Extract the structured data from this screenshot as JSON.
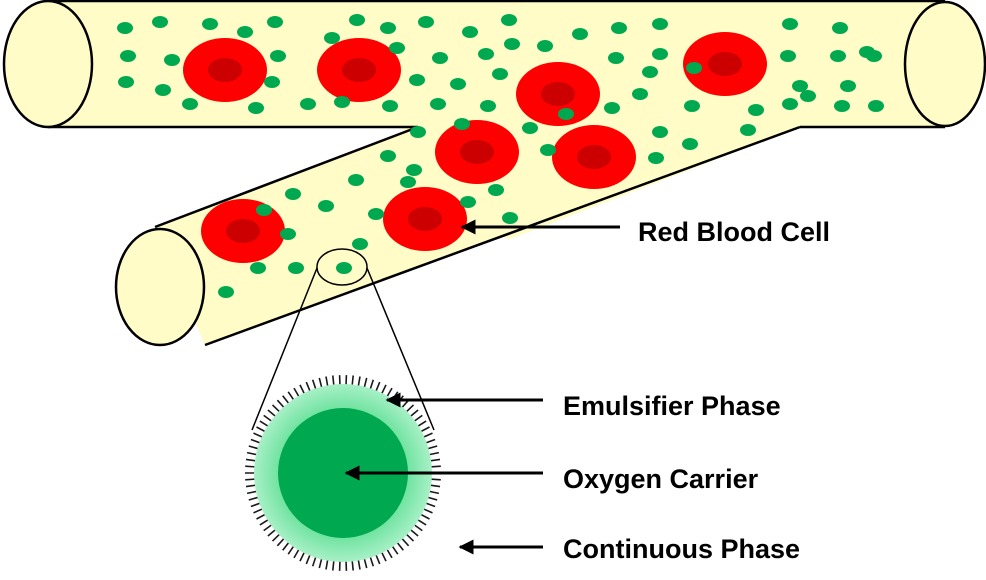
{
  "labels": {
    "red_blood_cell": "Red Blood Cell",
    "emulsifier_phase": "Emulsifier Phase",
    "oxygen_carrier": "Oxygen Carrier",
    "continuous_phase": "Continuous Phase"
  },
  "colors": {
    "vessel_fill": "#fffcc7",
    "vessel_stroke": "#000000",
    "red_blood_cell_outer": "#ff0000",
    "red_blood_cell_inner": "#cc0000",
    "oxygen_carrier": "#00a94f",
    "emulsifier_glow": "#6fe3a0",
    "arrow": "#000000"
  }
}
